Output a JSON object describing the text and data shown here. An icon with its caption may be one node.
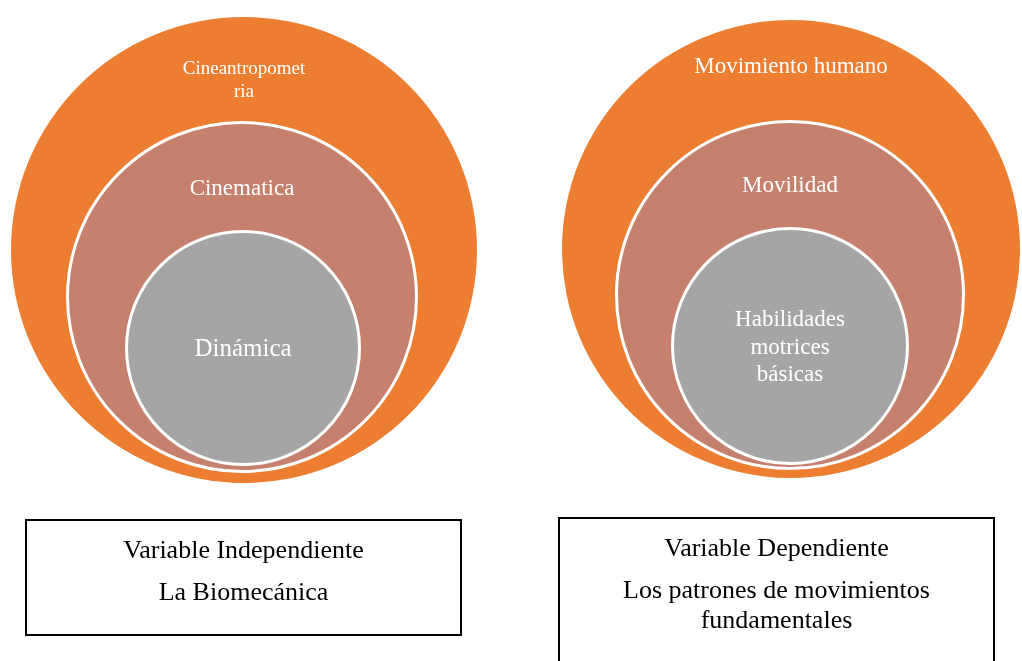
{
  "diagram": {
    "nodes": [
      {
        "text": [
          "Cineantropometria"
        ]
      },
      {
        "text": [
          "Cinematica"
        ],
        "in": 0
      },
      {
        "text": [
          "Dinámica"
        ],
        "in": 1
      },
      {
        "text": [
          "Movimiento humano"
        ]
      },
      {
        "text": [
          "Movilidad"
        ],
        "in": 3
      },
      {
        "text": [
          "Habilidades motrices básicas"
        ],
        "in": 4
      },
      {
        "text": [
          "Variable Independiente",
          "La Biomecánica"
        ]
      },
      {
        "text": [
          "Variable Dependiente",
          "Los patrones de movimientos fundamentales"
        ]
      }
    ],
    "edges": []
  }
}
